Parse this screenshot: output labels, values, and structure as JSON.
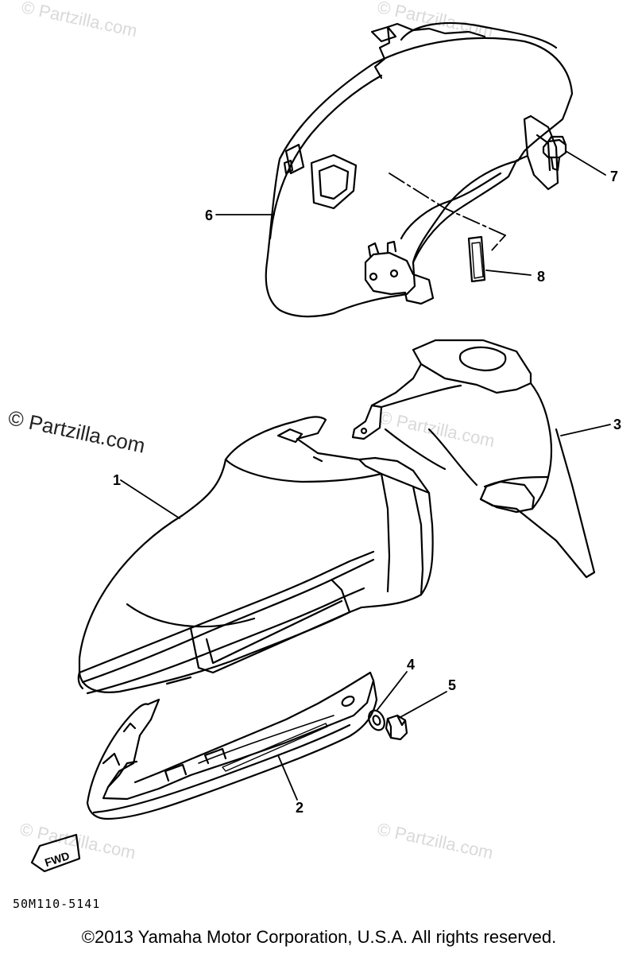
{
  "watermark_text": "© Partzilla.com",
  "callouts": {
    "c1": "1",
    "c2": "2",
    "c3": "3",
    "c4": "4",
    "c5": "5",
    "c6": "6",
    "c7": "7",
    "c8": "8"
  },
  "fwd_label": "FWD",
  "drawing_code": "50M110-5141",
  "copyright": "©2013 Yamaha Motor Corporation, U.S.A. All rights reserved.",
  "colors": {
    "line": "#000000",
    "watermark": "#d9d9d9",
    "background": "#ffffff"
  }
}
